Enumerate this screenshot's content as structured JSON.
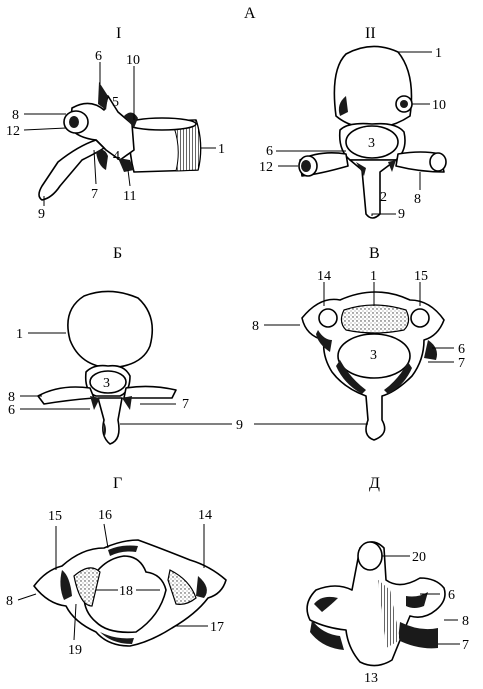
{
  "figure": {
    "header_top": "А",
    "panels": {
      "A1": {
        "header": "I",
        "labels": [
          "6",
          "10",
          "5",
          "8",
          "12",
          "1",
          "4",
          "7",
          "11",
          "9"
        ]
      },
      "A2": {
        "header": "II",
        "labels": [
          "1",
          "10",
          "3",
          "6",
          "12",
          "2",
          "8",
          "9"
        ]
      },
      "B": {
        "header": "Б",
        "labels": [
          "1",
          "3",
          "8",
          "6",
          "7",
          "9"
        ]
      },
      "V": {
        "header": "В",
        "labels": [
          "14",
          "1",
          "15",
          "8",
          "3",
          "6",
          "7"
        ]
      },
      "G": {
        "header": "Г",
        "labels": [
          "15",
          "16",
          "14",
          "8",
          "18",
          "19",
          "17"
        ]
      },
      "D": {
        "header": "Д",
        "labels": [
          "20",
          "6",
          "8",
          "7",
          "13"
        ]
      }
    }
  }
}
